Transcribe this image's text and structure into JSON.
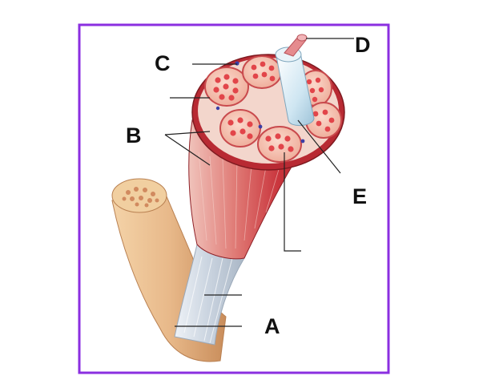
{
  "labels": {
    "a": "A",
    "b": "B",
    "c": "C",
    "d": "D",
    "e": "E"
  },
  "colors": {
    "frame": "#8b2fe0",
    "muscle": "#c8323a",
    "fascicle_fill": "#f7c9b8",
    "fiber": "#e2454a",
    "bone": "#e8b98a",
    "tendon": "#d6dde8",
    "nerve": "#d9edf6",
    "leader": "#222222"
  }
}
